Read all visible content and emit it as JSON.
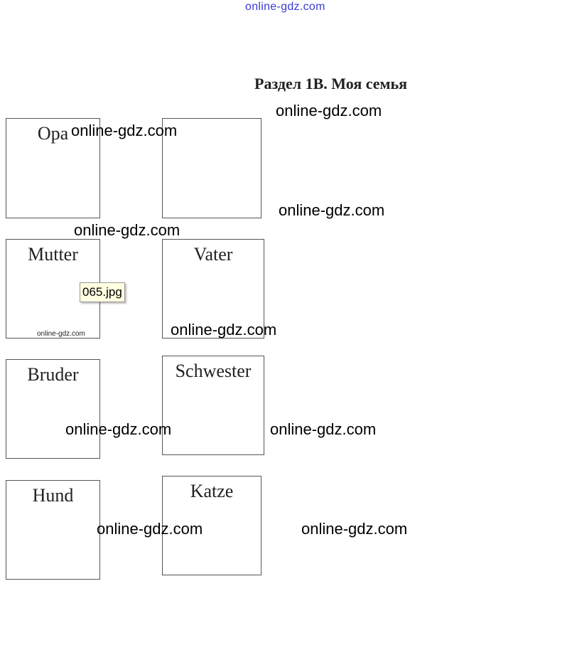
{
  "header": {
    "watermark": "online-gdz.com",
    "title": "Раздел 1B. Моя семья"
  },
  "cards": [
    {
      "label": "Opa"
    },
    {
      "label": ""
    },
    {
      "label": "Mutter"
    },
    {
      "label": "Vater"
    },
    {
      "label": "Bruder"
    },
    {
      "label": "Schwester"
    },
    {
      "label": "Hund"
    },
    {
      "label": "Katze"
    }
  ],
  "watermark": "online-gdz.com",
  "small_watermark": "online-gdz.com",
  "tooltip": "065.jpg"
}
